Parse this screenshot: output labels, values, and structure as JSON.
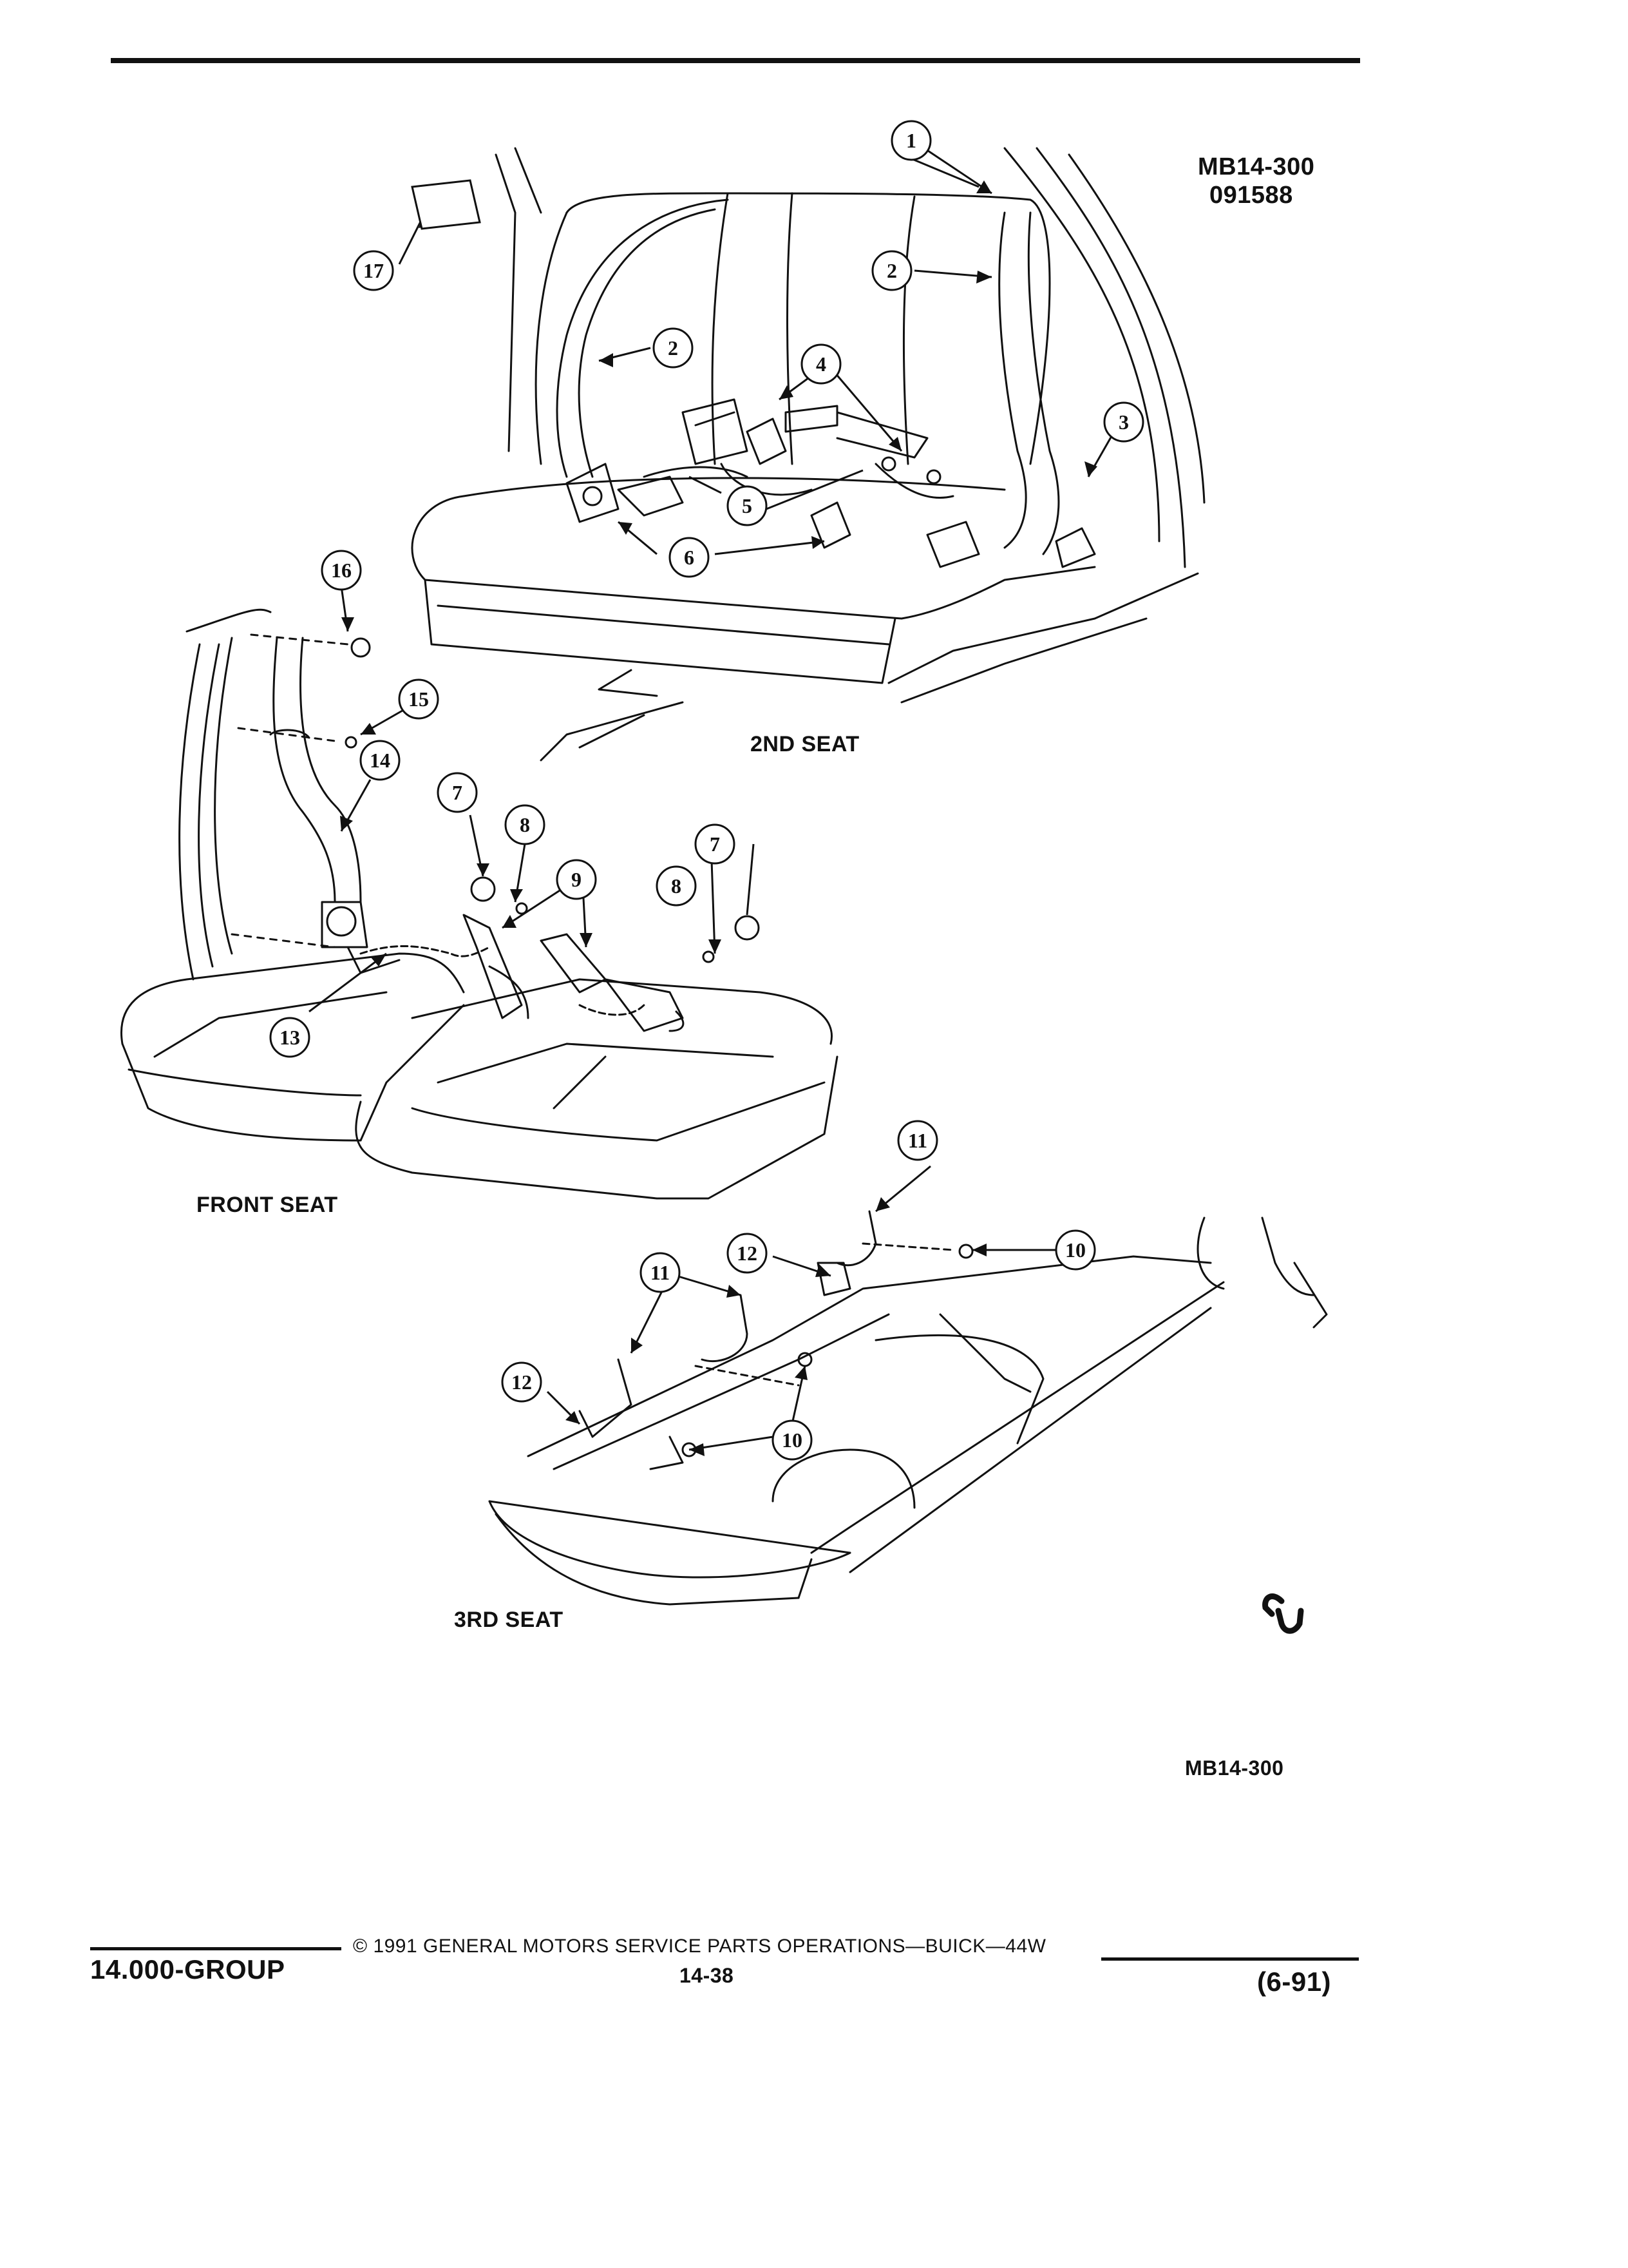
{
  "header": {
    "figure_id": "MB14-300",
    "figure_code": "091588"
  },
  "diagram": {
    "views": [
      {
        "key": "second",
        "label": "2ND SEAT"
      },
      {
        "key": "front",
        "label": "FRONT SEAT"
      },
      {
        "key": "third",
        "label": "3RD SEAT"
      }
    ],
    "callouts": [
      "1",
      "2",
      "3",
      "4",
      "5",
      "6",
      "7",
      "8",
      "9",
      "10",
      "11",
      "12",
      "13",
      "14",
      "15",
      "16",
      "17"
    ],
    "footer_ref": "MB14-300",
    "logo_mark": "GM service mark"
  },
  "footer": {
    "group": "14.000-GROUP",
    "copyright": "© 1991 GENERAL MOTORS SERVICE PARTS OPERATIONS—BUICK—44W",
    "page": "14-38",
    "date": "(6-91)"
  }
}
